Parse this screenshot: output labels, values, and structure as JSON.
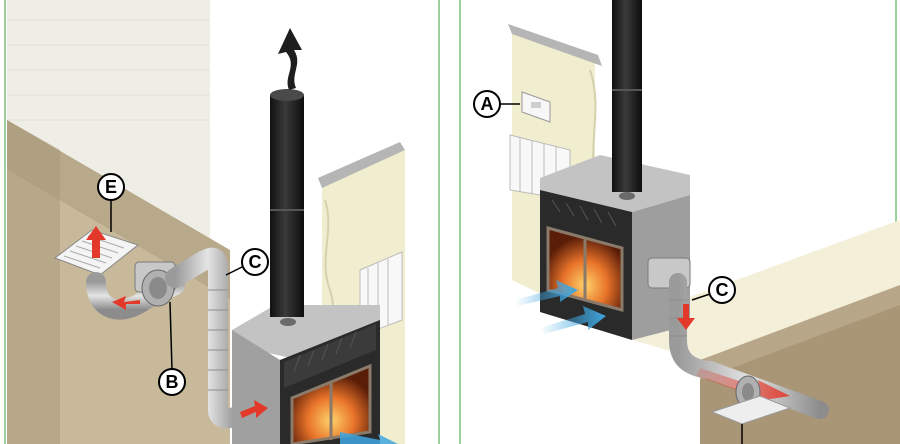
{
  "panels": [
    {
      "id": "left",
      "callouts": [
        {
          "letter": "E"
        },
        {
          "letter": "B"
        },
        {
          "letter": "C"
        }
      ]
    },
    {
      "id": "right",
      "callouts": [
        {
          "letter": "A"
        },
        {
          "letter": "C"
        }
      ]
    }
  ],
  "colors": {
    "panel_border": "#9ccf9c",
    "wall": "#f1edcf",
    "floor_top": "#c8b89a",
    "floor_side": "#a89677",
    "stove_body": "#a9a9a9",
    "stove_dark": "#2a2a2a",
    "flue": "#262626",
    "duct": "#c9c9c9",
    "flame": "#e8732a",
    "arrow_hot": "#e2392b",
    "arrow_cool": "#3fa6e0",
    "smoke_arrow": "#1e1e1e"
  }
}
